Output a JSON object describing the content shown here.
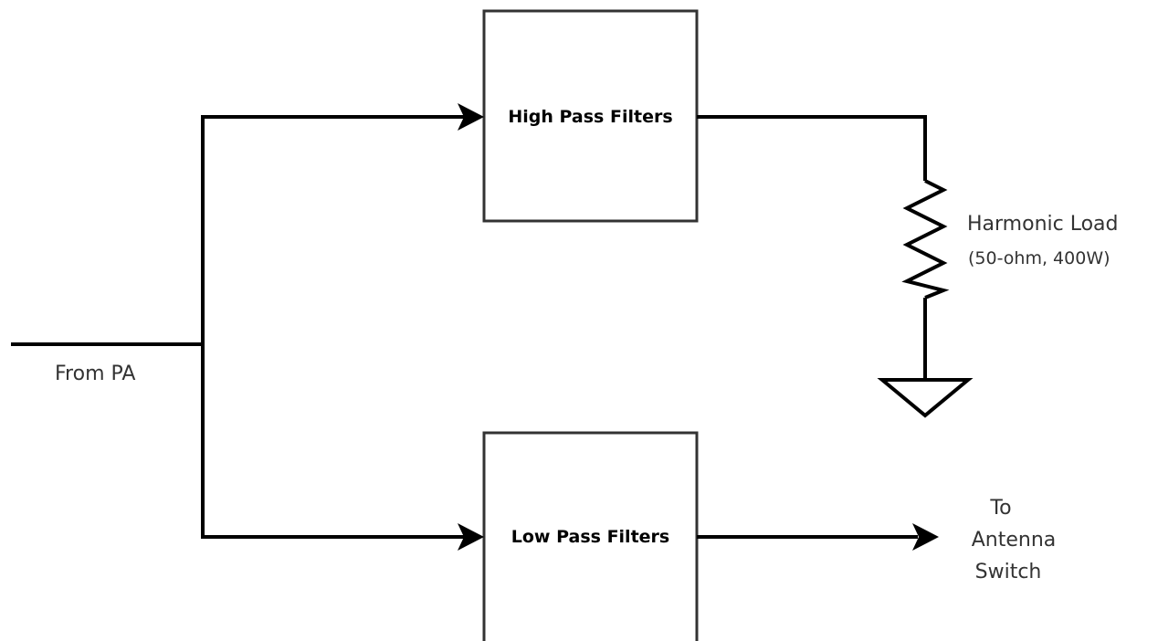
{
  "blocks": {
    "high_pass": "High Pass Filters",
    "low_pass": "Low Pass Filters"
  },
  "labels": {
    "from_pa": "From PA",
    "harmonic_load_line1": "Harmonic Load",
    "harmonic_load_line2": "(50-ohm, 400W)",
    "to_antenna_line1": "To",
    "to_antenna_line2": "Antenna",
    "to_antenna_line3": "Switch"
  },
  "icons": {
    "resistor": "resistor-icon",
    "ground": "ground-icon"
  },
  "colors": {
    "wire": "#000000",
    "box_border": "#333333",
    "text": "#333333"
  }
}
